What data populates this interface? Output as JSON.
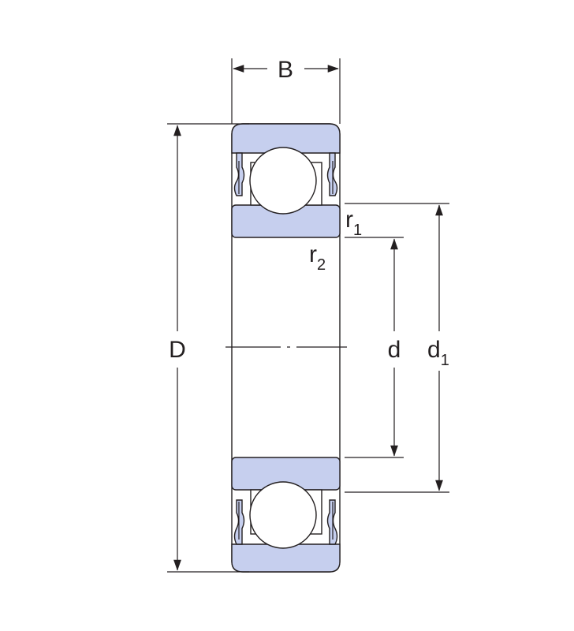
{
  "colors": {
    "line": "#231f20",
    "ring_fill": "#c6cfee",
    "ball_fill": "#ffffff",
    "background": "#ffffff"
  },
  "labels": {
    "width": "B",
    "outer_diameter": "D",
    "bore_diameter": "d",
    "shoulder_diameter_base": "d",
    "shoulder_diameter_sub": "1",
    "chamfer_outer_base": "r",
    "chamfer_outer_sub": "1",
    "chamfer_inner_base": "r",
    "chamfer_inner_sub": "2"
  }
}
